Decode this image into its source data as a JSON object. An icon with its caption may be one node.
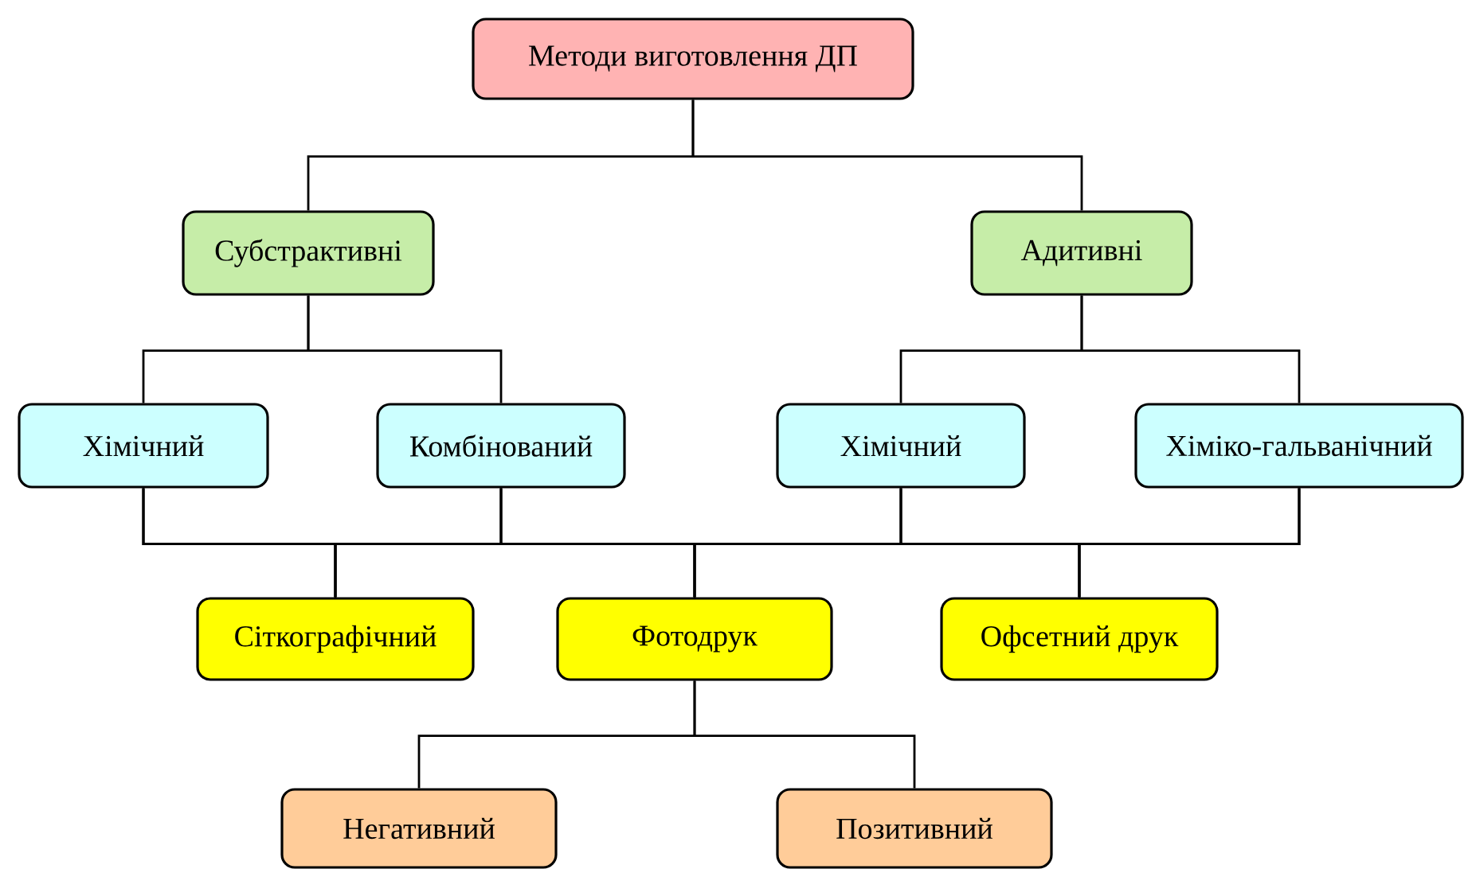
{
  "diagram": {
    "nodes": [
      {
        "text": [
          "Методи виготовлення ДП"
        ]
      },
      {
        "text": [
          "Субстрактивні"
        ]
      },
      {
        "text": [
          "Адитивні"
        ]
      },
      {
        "text": [
          "Хімічний"
        ]
      },
      {
        "text": [
          "Комбінований"
        ]
      },
      {
        "text": [
          "Хімічний"
        ]
      },
      {
        "text": [
          "Хіміко-гальванічний"
        ]
      },
      {
        "text": [
          "Сіткографічний"
        ]
      },
      {
        "text": [
          "Фотодрук"
        ]
      },
      {
        "text": [
          "Офсетний друк"
        ]
      },
      {
        "text": [
          "Негативний"
        ]
      },
      {
        "text": [
          "Позитивний"
        ]
      }
    ],
    "edges": [
      {
        "from": 0,
        "to": 1,
        "arrow": "none"
      },
      {
        "from": 0,
        "to": 2,
        "arrow": "none"
      },
      {
        "from": 1,
        "to": 3,
        "arrow": "none"
      },
      {
        "from": 1,
        "to": 4,
        "arrow": "none"
      },
      {
        "from": 2,
        "to": 5,
        "arrow": "none"
      },
      {
        "from": 2,
        "to": 6,
        "arrow": "none"
      },
      {
        "from": 3,
        "to": 7,
        "arrow": "none"
      },
      {
        "from": 3,
        "to": 8,
        "arrow": "none"
      },
      {
        "from": 3,
        "to": 9,
        "arrow": "none"
      },
      {
        "from": 4,
        "to": 7,
        "arrow": "none"
      },
      {
        "from": 4,
        "to": 8,
        "arrow": "none"
      },
      {
        "from": 4,
        "to": 9,
        "arrow": "none"
      },
      {
        "from": 5,
        "to": 7,
        "arrow": "none"
      },
      {
        "from": 5,
        "to": 8,
        "arrow": "none"
      },
      {
        "from": 5,
        "to": 9,
        "arrow": "none"
      },
      {
        "from": 6,
        "to": 7,
        "arrow": "none"
      },
      {
        "from": 6,
        "to": 8,
        "arrow": "none"
      },
      {
        "from": 6,
        "to": 9,
        "arrow": "none"
      },
      {
        "from": 8,
        "to": 10,
        "arrow": "none"
      },
      {
        "from": 8,
        "to": 11,
        "arrow": "none"
      }
    ]
  }
}
